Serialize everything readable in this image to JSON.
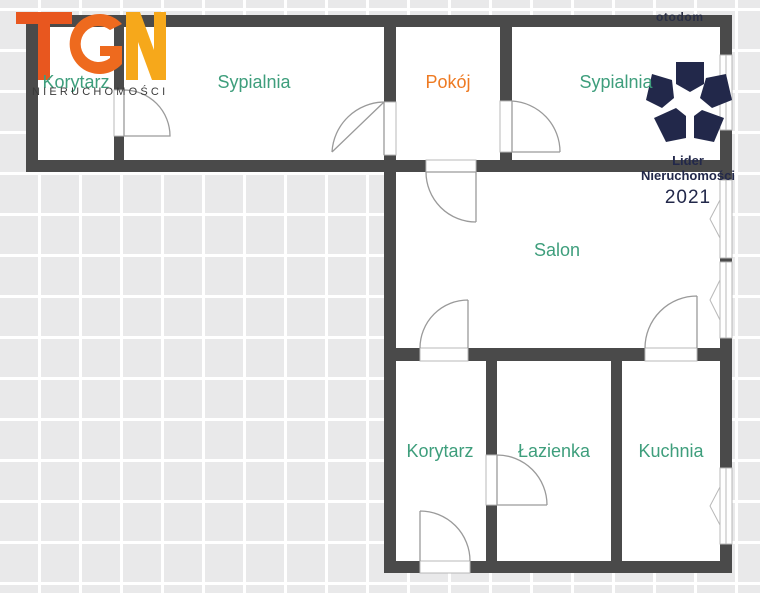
{
  "logo": {
    "letters": "TGN",
    "subtitle": "NIERUCHOMOŚCI"
  },
  "watermark": {
    "brand": "otodom"
  },
  "badge": {
    "line1": "Lider",
    "line2": "Nieruchomości",
    "year": "2021"
  },
  "rooms": {
    "korytarz_top": "Korytarz",
    "sypialnia_left": "Sypialnia",
    "pokoj": "Pokój",
    "sypialnia_right": "Sypialnia",
    "salon": "Salon",
    "korytarz_bottom": "Korytarz",
    "lazienka": "Łazienka",
    "kuchnia": "Kuchnia"
  },
  "colors": {
    "room_label": "#3e9e7c",
    "highlight_label": "#ee7a22",
    "wall": "#4a4a4a",
    "logo_orange": "#e8571f",
    "logo_amber": "#f6a81b",
    "badge_navy": "#22284a"
  }
}
